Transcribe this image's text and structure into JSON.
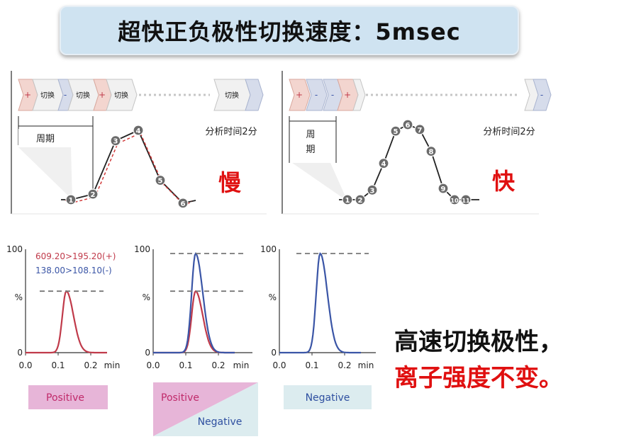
{
  "title": "超快正负极性切换速度：5msec",
  "slow_panel": {
    "seg_labels": [
      "+",
      "切换",
      "-",
      "切换",
      "+",
      "切换",
      "切换"
    ],
    "period_label": "周期",
    "analysis_time": "分析时间2分",
    "verdict": "慢",
    "point_labels": [
      "1",
      "2",
      "3",
      "4",
      "5",
      "6"
    ],
    "points_y": [
      0.0,
      0.08,
      0.85,
      1.0,
      0.28,
      -0.05
    ]
  },
  "fast_panel": {
    "seg_labels": [
      "+",
      "-",
      "-",
      "+",
      "-"
    ],
    "period_label_1": "周",
    "period_label_2": "期",
    "analysis_time": "分析时间2分",
    "verdict": "快",
    "point_labels": [
      "1",
      "2",
      "3",
      "4",
      "5",
      "6",
      "7",
      "8",
      "9",
      "10",
      "11"
    ],
    "points_y": [
      0.0,
      0.0,
      0.12,
      0.45,
      0.85,
      0.93,
      0.87,
      0.6,
      0.14,
      0.0,
      0.0
    ]
  },
  "colors": {
    "positive": "#c03a4a",
    "negative": "#3a55a6",
    "verdict": "#e01010",
    "pos_box": "#e7b5d8",
    "neg_box": "#dcecef"
  },
  "chart_data": [
    {
      "type": "line",
      "title": "",
      "xlabel": "min",
      "ylabel": "%",
      "x_ticks": [
        "0.0",
        "0.1",
        "0.2"
      ],
      "y_ticks": [
        "0",
        "100"
      ],
      "xlim": [
        0.0,
        0.25
      ],
      "ylim": [
        0,
        100
      ],
      "legend": [
        "609.20>195.20(+)",
        "138.00>108.10(-)"
      ],
      "series": [
        {
          "name": "609.20>195.20(+)",
          "peak_x": 0.125,
          "peak_y": 62,
          "color": "#c03a4a"
        }
      ],
      "reference_line_y": 62,
      "mode_label": "Positive"
    },
    {
      "type": "line",
      "title": "",
      "xlabel": "min",
      "ylabel": "%",
      "x_ticks": [
        "0.0",
        "0.1",
        "0.2"
      ],
      "y_ticks": [
        "0",
        "100"
      ],
      "xlim": [
        0.0,
        0.25
      ],
      "ylim": [
        0,
        100
      ],
      "series": [
        {
          "name": "609.20>195.20(+)",
          "peak_x": 0.13,
          "peak_y": 62,
          "color": "#c03a4a"
        },
        {
          "name": "138.00>108.10(-)",
          "peak_x": 0.13,
          "peak_y": 100,
          "color": "#3a55a6"
        }
      ],
      "reference_lines_y": [
        100,
        62
      ],
      "mode_label_1": "Positive",
      "mode_label_2": "Negative"
    },
    {
      "type": "line",
      "title": "",
      "xlabel": "min",
      "ylabel": "%",
      "x_ticks": [
        "0.0",
        "0.1",
        "0.2"
      ],
      "y_ticks": [
        "0",
        "100"
      ],
      "xlim": [
        0.0,
        0.25
      ],
      "ylim": [
        0,
        100
      ],
      "series": [
        {
          "name": "138.00>108.10(-)",
          "peak_x": 0.125,
          "peak_y": 100,
          "color": "#3a55a6"
        }
      ],
      "reference_line_y": 100,
      "mode_label": "Negative"
    }
  ],
  "conclusion": {
    "line1": "高速切换极性，",
    "line2": "离子强度不变。"
  }
}
